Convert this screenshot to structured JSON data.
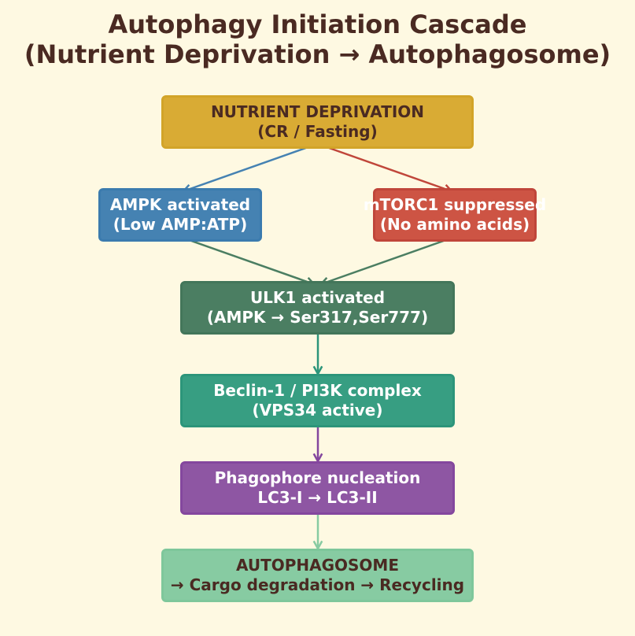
{
  "title": {
    "line1": "Autophagy Initiation Cascade",
    "line2": "(Nutrient Deprivation → Autophagosome)"
  },
  "nodes": {
    "nutrient": {
      "line1": "NUTRIENT DEPRIVATION",
      "line2": "(CR / Fasting)",
      "fill": "#d9ab34",
      "border": "#d2a428",
      "text": "#4a2a22"
    },
    "ampk": {
      "line1": "AMPK activated",
      "line2": "(Low AMP:ATP)",
      "fill": "#4582b2",
      "border": "#3b7bae",
      "text": "#ffffff"
    },
    "mtorc1": {
      "line1": "mTORC1 suppressed",
      "line2": "(No amino acids)",
      "fill": "#cd5444",
      "border": "#c0463a",
      "text": "#ffffff"
    },
    "ulk1": {
      "line1": "ULK1 activated",
      "line2": "(AMPK → Ser317,Ser777)",
      "fill": "#4b7e62",
      "border": "#43765a",
      "text": "#ffffff"
    },
    "beclin": {
      "line1": "Beclin-1 / PI3K complex",
      "line2": "(VPS34 active)",
      "fill": "#379e82",
      "border": "#2c957a",
      "text": "#ffffff"
    },
    "phagophore": {
      "line1": "Phagophore nucleation",
      "line2": "LC3-I → LC3-II",
      "fill": "#8e56a3",
      "border": "#84479e",
      "text": "#ffffff"
    },
    "autophagosome": {
      "line1": "AUTOPHAGOSOME",
      "line2": "→ Cargo degradation → Recycling",
      "fill": "#87cba2",
      "border": "#7ec79b",
      "text": "#4a2a22"
    }
  },
  "edges": [
    {
      "from": "nutrient",
      "to": "ampk",
      "color": "#4582b2"
    },
    {
      "from": "nutrient",
      "to": "mtorc1",
      "color": "#c0463a"
    },
    {
      "from": "ampk",
      "to": "ulk1",
      "color": "#4b7e62"
    },
    {
      "from": "mtorc1",
      "to": "ulk1",
      "color": "#4b7e62"
    },
    {
      "from": "ulk1",
      "to": "beclin",
      "color": "#2c957a"
    },
    {
      "from": "beclin",
      "to": "phagophore",
      "color": "#84479e"
    },
    {
      "from": "phagophore",
      "to": "autophagosome",
      "color": "#87cba2"
    }
  ]
}
